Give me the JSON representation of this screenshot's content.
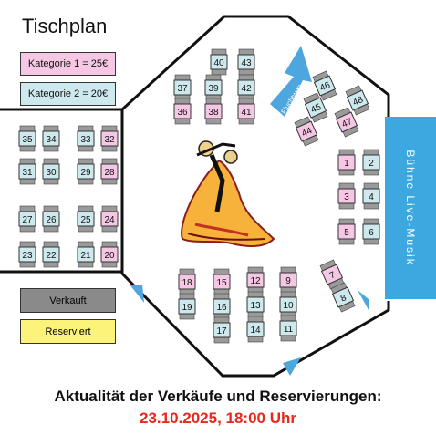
{
  "title": "Tischplan",
  "legend": {
    "cat1": {
      "label": "Kategorie 1 = 25€",
      "color": "#f6c7e4"
    },
    "cat2": {
      "label": "Kategorie 2 = 20€",
      "color": "#cde9ee"
    },
    "sold": {
      "label": "Verkauft",
      "color": "#8a8a8a"
    },
    "reserved": {
      "label": "Reserviert",
      "color": "#fbf37a"
    }
  },
  "stage_label": "Bühne  Live-Musik",
  "escape_label": "Fluchtweg",
  "footer": {
    "line1": "Aktualität der Verkäufe und Reservierungen:",
    "line2": "23.10.2025, 18:00 Uhr",
    "line2_color": "#e8281d"
  },
  "colors": {
    "stage": "#3da8e0",
    "escape": "#4ea6df"
  },
  "tables": [
    {
      "n": "40",
      "c": 2
    },
    {
      "n": "43",
      "c": 2
    },
    {
      "n": "37",
      "c": 2
    },
    {
      "n": "39",
      "c": 2
    },
    {
      "n": "42",
      "c": 2
    },
    {
      "n": "36",
      "c": 1
    },
    {
      "n": "38",
      "c": 1
    },
    {
      "n": "41",
      "c": 1
    },
    {
      "n": "46",
      "c": 2
    },
    {
      "n": "48",
      "c": 2
    },
    {
      "n": "45",
      "c": 2
    },
    {
      "n": "47",
      "c": 1
    },
    {
      "n": "44",
      "c": 1
    },
    {
      "n": "35",
      "c": 2
    },
    {
      "n": "34",
      "c": 2
    },
    {
      "n": "33",
      "c": 2
    },
    {
      "n": "32",
      "c": 1
    },
    {
      "n": "31",
      "c": 2
    },
    {
      "n": "30",
      "c": 2
    },
    {
      "n": "29",
      "c": 2
    },
    {
      "n": "28",
      "c": 1
    },
    {
      "n": "27",
      "c": 2
    },
    {
      "n": "26",
      "c": 2
    },
    {
      "n": "25",
      "c": 2
    },
    {
      "n": "24",
      "c": 1
    },
    {
      "n": "23",
      "c": 2
    },
    {
      "n": "22",
      "c": 2
    },
    {
      "n": "21",
      "c": 2
    },
    {
      "n": "20",
      "c": 1
    },
    {
      "n": "1",
      "c": 1
    },
    {
      "n": "2",
      "c": 2
    },
    {
      "n": "3",
      "c": 1
    },
    {
      "n": "4",
      "c": 2
    },
    {
      "n": "5",
      "c": 1
    },
    {
      "n": "6",
      "c": 2
    },
    {
      "n": "7",
      "c": 1
    },
    {
      "n": "8",
      "c": 2
    },
    {
      "n": "18",
      "c": 1
    },
    {
      "n": "15",
      "c": 1
    },
    {
      "n": "12",
      "c": 1
    },
    {
      "n": "9",
      "c": 1
    },
    {
      "n": "19",
      "c": 2
    },
    {
      "n": "16",
      "c": 2
    },
    {
      "n": "13",
      "c": 2
    },
    {
      "n": "10",
      "c": 2
    },
    {
      "n": "17",
      "c": 2
    },
    {
      "n": "14",
      "c": 2
    },
    {
      "n": "11",
      "c": 2
    }
  ]
}
